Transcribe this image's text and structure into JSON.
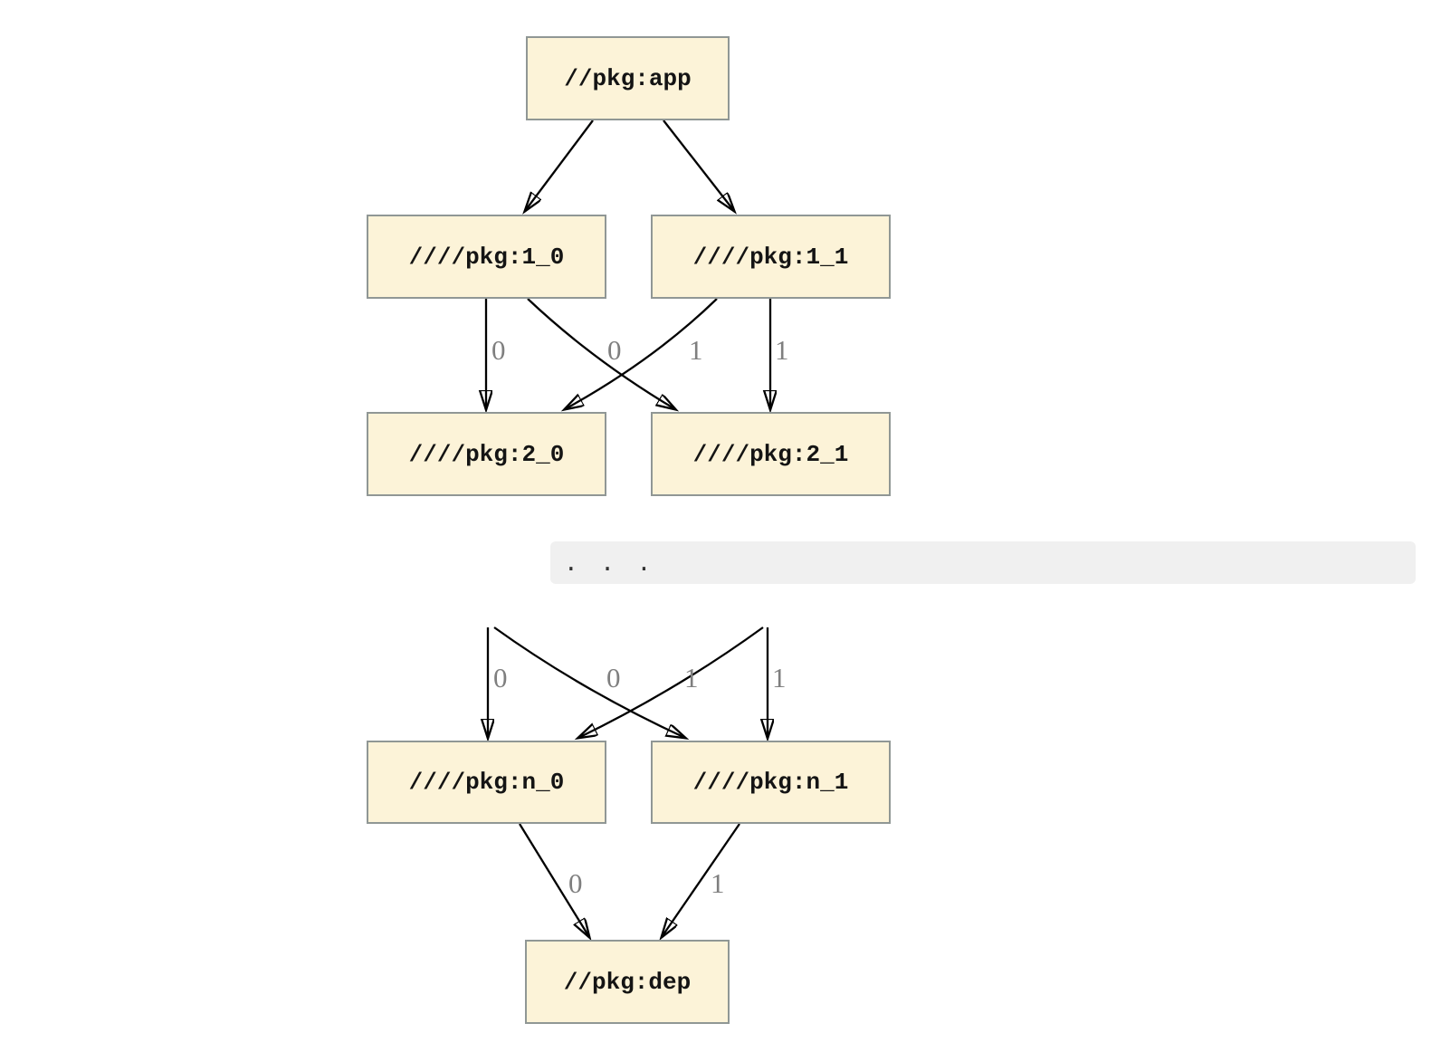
{
  "diagram": {
    "type": "dependency-graph",
    "nodes": {
      "app": "//pkg:app",
      "l1_0": "////pkg:1_0",
      "l1_1": "////pkg:1_1",
      "l2_0": "////pkg:2_0",
      "l2_1": "////pkg:2_1",
      "ln_0": "////pkg:n_0",
      "ln_1": "////pkg:n_1",
      "dep": "//pkg:dep"
    },
    "ellipsis": ". . .",
    "edge_labels": {
      "upper": [
        "0",
        "0",
        "1",
        "1"
      ],
      "mid": [
        "0",
        "0",
        "1",
        "1"
      ],
      "bottom": [
        "0",
        "1"
      ]
    },
    "edges": [
      {
        "from": "//pkg:app",
        "to": "////pkg:1_0",
        "label": ""
      },
      {
        "from": "//pkg:app",
        "to": "////pkg:1_1",
        "label": ""
      },
      {
        "from": "////pkg:1_0",
        "to": "////pkg:2_0",
        "label": "0"
      },
      {
        "from": "////pkg:1_0",
        "to": "////pkg:2_1",
        "label": "1"
      },
      {
        "from": "////pkg:1_1",
        "to": "////pkg:2_0",
        "label": "0"
      },
      {
        "from": "////pkg:1_1",
        "to": "////pkg:2_1",
        "label": "1"
      },
      {
        "from": "...",
        "to": "////pkg:n_0",
        "label": "0"
      },
      {
        "from": "...",
        "to": "////pkg:n_1",
        "label": "1"
      },
      {
        "from": "...",
        "to": "////pkg:n_0",
        "label": "0"
      },
      {
        "from": "...",
        "to": "////pkg:n_1",
        "label": "1"
      },
      {
        "from": "////pkg:n_0",
        "to": "//pkg:dep",
        "label": "0"
      },
      {
        "from": "////pkg:n_1",
        "to": "//pkg:dep",
        "label": "1"
      }
    ],
    "colors": {
      "node_fill": "#fcf3d8",
      "node_border": "#909795",
      "edge": "#000000",
      "edge_label": "#7f7f7f",
      "ellipsis_bg": "#f0f0f0"
    }
  }
}
